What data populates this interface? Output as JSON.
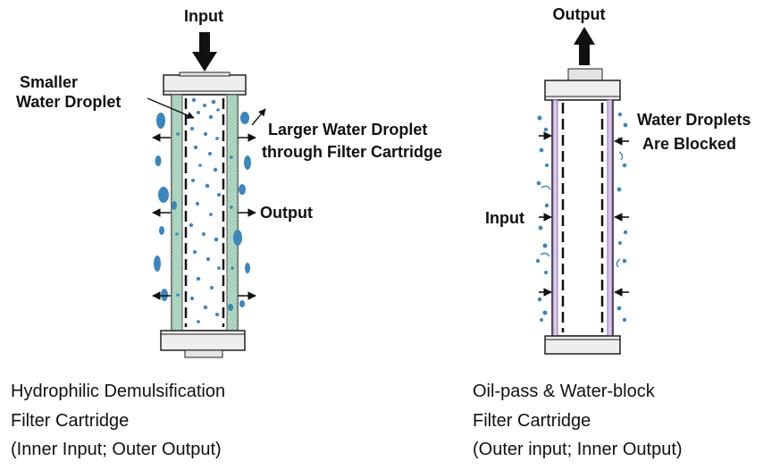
{
  "left": {
    "labels": {
      "input": "Input",
      "smaller_line1": "Smaller",
      "smaller_line2": "Water Droplet",
      "larger_line1": "Larger Water Droplet",
      "larger_line2": "through Filter Cartridge",
      "output": "Output"
    },
    "caption": [
      "Hydrophilic Demulsification",
      "Filter Cartridge",
      "(Inner Input; Outer Output)"
    ]
  },
  "right": {
    "labels": {
      "output": "Output",
      "blocked_line1": "Water Droplets",
      "blocked_line2": "Are Blocked",
      "input": "Input"
    },
    "caption": [
      "Oil-pass & Water-block",
      "Filter Cartridge",
      "(Outer input; Inner Output)"
    ]
  },
  "colors": {
    "droplet": "#3a86c0",
    "left_filter_fill": "#a9d9c0",
    "right_filter_fill": "#d9c8ea",
    "cap_fill": "#eeeeee",
    "outline": "#222222"
  }
}
